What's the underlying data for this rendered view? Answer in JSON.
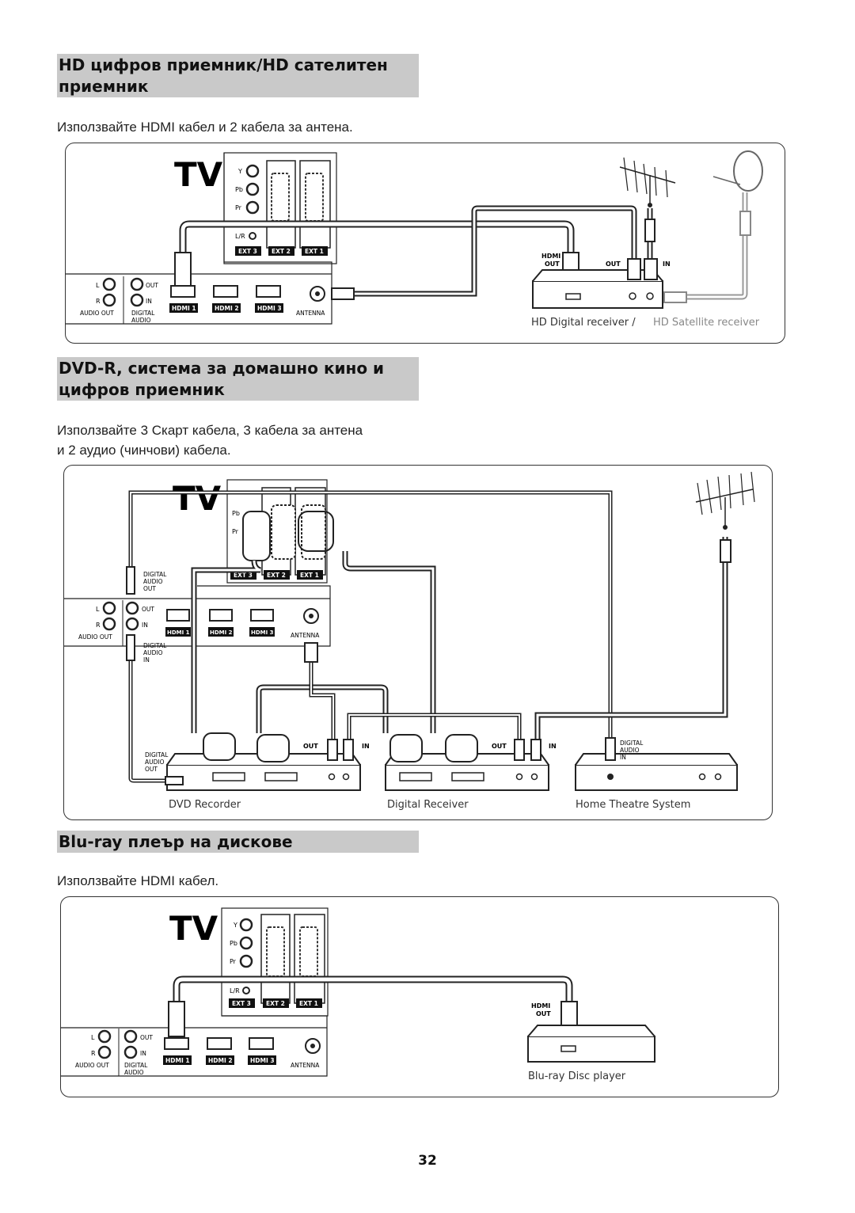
{
  "sections": [
    {
      "heading_line1": "HD цифров приемник/HD сателитен",
      "heading_line2": "приемник",
      "text_line1": "Използвайте HDMI кабел и 2 кабела за антена.",
      "text_line2": ""
    },
    {
      "heading_line1": "DVD-R, система за домашно кино и",
      "heading_line2": "цифров приемник",
      "text_line1": "Използвайте 3 Скарт кабела, 3 кабела за антена",
      "text_line2": "и 2 аудио (чинчови) кабела."
    },
    {
      "heading_line1": "Blu-ray плеър на дискове",
      "heading_line2": "",
      "text_line1": "Използвайте HDMI кабел.",
      "text_line2": ""
    }
  ],
  "tv_labels": {
    "tv": "TV",
    "y": "Y",
    "pb": "Pb",
    "pr": "Pr",
    "lr": "L/R",
    "ext3": "EXT 3",
    "ext2": "EXT 2",
    "ext1": "EXT 1",
    "l": "L",
    "r": "R",
    "out": "OUT",
    "in": "IN",
    "audio_out": "AUDIO OUT",
    "digital": "DIGITAL",
    "audio": "AUDIO",
    "hdmi1": "HDMI 1",
    "hdmi2": "HDMI 2",
    "hdmi3": "HDMI 3",
    "antenna": "ANTENNA"
  },
  "diagram1": {
    "hdmi": "HDMI",
    "hdmi_out": "OUT",
    "ant_out": "OUT",
    "ant_in": "IN",
    "receiver_label_a": "HD Digital receiver /",
    "receiver_label_b": "HD Satellite receiver"
  },
  "diagram2": {
    "digital": "DIGITAL",
    "audio": "AUDIO",
    "out": "OUT",
    "in": "IN",
    "dvd_recorder": "DVD Recorder",
    "digital_receiver": "Digital Receiver",
    "home_theatre": "Home Theatre System"
  },
  "diagram3": {
    "hdmi": "HDMI",
    "hdmi_out": "OUT",
    "player_label": "Blu-ray Disc player"
  },
  "page_number": "32"
}
